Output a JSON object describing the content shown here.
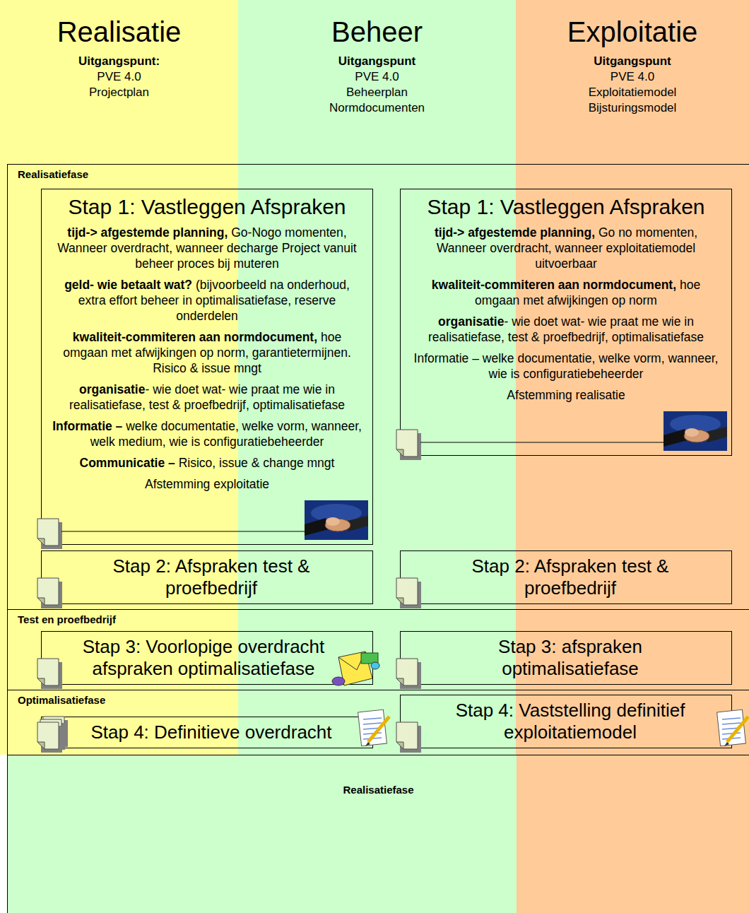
{
  "diagram": {
    "nodes": [
      {
        "text": [
          "Realisatie",
          "Uitgangspunt:",
          "PVE 4.0",
          "Projectplan"
        ]
      },
      {
        "text": [
          "Beheer",
          "Uitgangspunt",
          "PVE 4.0",
          "Beheerplan",
          "Normdocumenten"
        ]
      },
      {
        "text": [
          "Exploitatie",
          "Uitgangspunt",
          "PVE 4.0",
          "Exploitatiemodel",
          "Bijsturingsmodel"
        ]
      },
      {
        "text": [
          "Realisatiefase"
        ]
      },
      {
        "text": [
          "Stap 1: Vastleggen Afspraken",
          "tijd-> afgestemde planning,",
          "Go-Nogo momenten, Wanneer overdracht, wanneer decharge Project vanuit beheer proces bij muteren",
          "geld- wie betaalt wat?",
          "(bijvoorbeeld na onderhoud, extra effort beheer in optimalisatiefase, reserve onderdelen",
          "kwaliteit-commiteren aan normdocument,",
          "hoe omgaan met afwijkingen op norm, garantietermijnen. Risico & issue mngt",
          "organisatie",
          "- wie doet wat- wie praat me wie in realisatiefase, test & proefbedrijf, optimalisatiefase",
          "Informatie –",
          "welke documentatie, welke vorm, wanneer, welk medium, wie is configuratiebeheerder",
          "Communicatie –",
          "Risico, issue & change mngt",
          "Afstemming exploitatie"
        ],
        "in": 3
      },
      {
        "text": [
          "Stap 1: Vastleggen Afspraken",
          "tijd-> afgestemde planning,",
          "Go no momenten, Wanneer overdracht, wanneer exploitatiemodel uitvoerbaar",
          "kwaliteit-commiteren aan normdocument,",
          "hoe omgaan met afwijkingen op norm",
          "organisatie",
          "- wie doet wat- wie praat me wie in realisatiefase, test & proefbedrijf, optimalisatiefase",
          "Informatie – welke documentatie, welke vorm, wanneer, wie is configuratiebeheerder",
          "Afstemming realisatie"
        ],
        "in": 3
      },
      {
        "text": [
          "Stap 2: Afspraken test & proefbedrijf"
        ],
        "in": 3
      },
      {
        "text": [
          "Stap 2: Afspraken test & proefbedrijf"
        ],
        "in": 3
      },
      {
        "text": [
          "Test en proefbedrijf"
        ]
      },
      {
        "text": [
          "Stap 3: Voorlopige overdracht afspraken optimalisatiefase"
        ],
        "in": 8
      },
      {
        "text": [
          "Stap 3: afspraken optimalisatiefase"
        ],
        "in": 8
      },
      {
        "text": [
          "Optimalisatiefase"
        ]
      },
      {
        "text": [
          "Stap 4: Definitieve overdracht"
        ],
        "in": 11
      },
      {
        "text": [
          "Stap 4: Vaststelling definitief exploitatiemodel"
        ],
        "in": 11
      },
      {
        "text": [
          "Realisatiefase"
        ]
      }
    ]
  }
}
